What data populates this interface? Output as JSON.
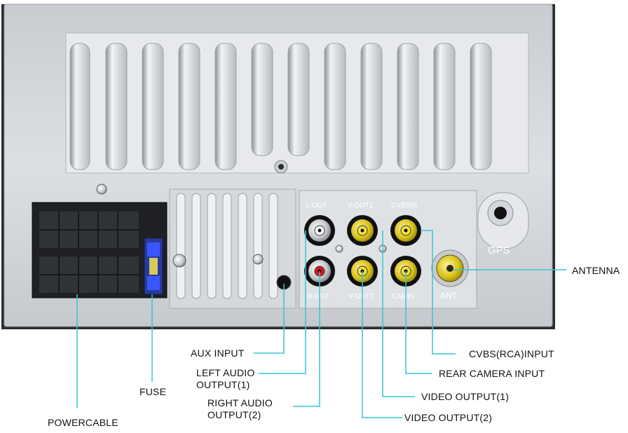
{
  "labels": {
    "antenna": "ANTENNA",
    "cvbs_input": "CVBS(RCA)INPUT",
    "rear_camera_input": "REAR CAMERA INPUT",
    "video_output_1": "VIDEO OUTPUT(1)",
    "video_output_2": "VIDEO OUTPUT(2)",
    "aux_input": "AUX INPUT",
    "left_audio_line1": "LEFT AUDIO",
    "left_audio_line2": "OUTPUT(1)",
    "right_audio_line1": "RIGHT AUDIO",
    "right_audio_line2": "OUTPUT(2)",
    "fuse": "FUSE",
    "powercable": "POWERCABLE"
  },
  "panel": {
    "port_labels": [
      "L-OUT",
      "V-OUT1",
      "CVBSIN",
      "R-OUT",
      "V-OUT2",
      "CAMIN",
      "ANT",
      "GPS"
    ]
  },
  "colors": {
    "callout": "#37c4d4",
    "rca_yellow": "#f1e140",
    "rca_red": "#e01515",
    "rca_white": "#ffffff",
    "fuse_blue": "#3a57ff"
  }
}
